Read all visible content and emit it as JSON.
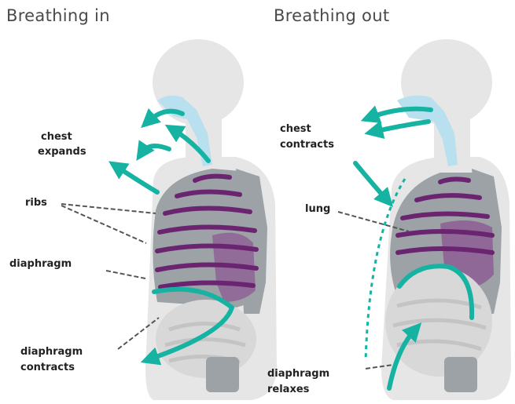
{
  "titles": {
    "breathing_in": "Breathing in",
    "breathing_out": "Breathing out"
  },
  "labels_in": {
    "chest_expands_1": "chest",
    "chest_expands_2": "expands",
    "ribs": "ribs",
    "diaphragm": "diaphragm",
    "diaphragm_contracts_1": "diaphragm",
    "diaphragm_contracts_2": "contracts"
  },
  "labels_out": {
    "chest_contracts_1": "chest",
    "chest_contracts_2": "contracts",
    "lung": "lung",
    "diaphragm_relaxes_1": "diaphragm",
    "diaphragm_relaxes_2": "relaxes"
  },
  "colors": {
    "body": "#e6e6e6",
    "skeleton": "#9da2a6",
    "rib": "#6b2570",
    "lung_fill": "#8d5a93",
    "airway": "#b8e0ef",
    "arrow": "#16b3a3",
    "belly": "#cfcfcf"
  }
}
